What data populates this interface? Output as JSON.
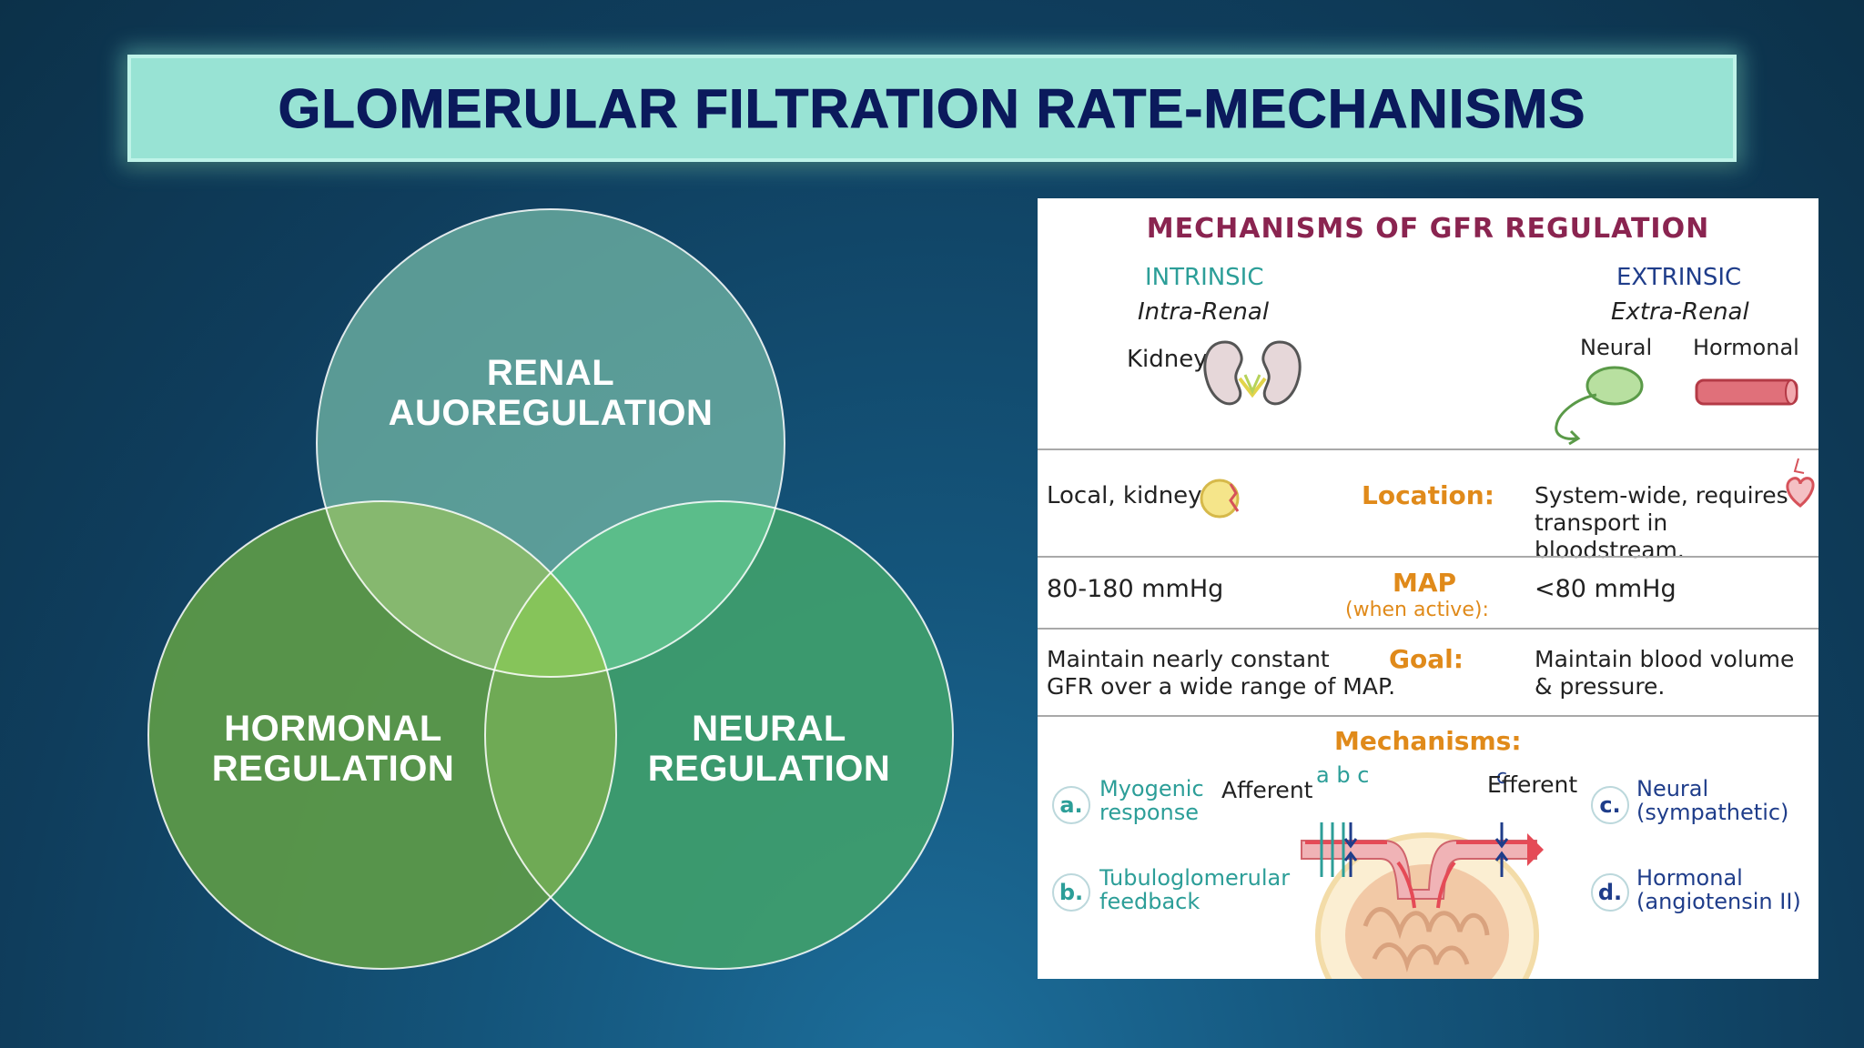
{
  "title": "GLOMERULAR FILTRATION RATE-MECHANISMS",
  "venn": {
    "circles": [
      {
        "id": "top",
        "label_line1": "RENAL",
        "label_line2": "AUOREGULATION",
        "color": "#6fb3a4"
      },
      {
        "id": "left",
        "label_line1": "HORMONAL",
        "label_line2": "REGULATION",
        "color": "#5d9a48"
      },
      {
        "id": "right",
        "label_line1": "NEURAL",
        "label_line2": "REGULATION",
        "color": "#3f9e6c"
      }
    ]
  },
  "panel": {
    "title": "MECHANISMS OF GFR REGULATION",
    "intrinsic": {
      "heading": "INTRINSIC",
      "sub": "Intra-Renal",
      "organ": "Kidney"
    },
    "extrinsic": {
      "heading": "EXTRINSIC",
      "sub": "Extra-Renal",
      "neural": "Neural",
      "hormonal": "Hormonal"
    },
    "rows": {
      "location": {
        "label": "Location:",
        "left": "Local, kidney",
        "right_line1": "System-wide, requires",
        "right_line2": "transport in bloodstream."
      },
      "map": {
        "label": "MAP",
        "sublabel": "(when active):",
        "left": "80-180 mmHg",
        "right": "<80 mmHg"
      },
      "goal": {
        "label": "Goal:",
        "left_line1": "Maintain nearly constant",
        "left_line2": "GFR over a wide range of MAP.",
        "right_line1": "Maintain blood volume",
        "right_line2": "& pressure."
      }
    },
    "mechanisms": {
      "label": "Mechanisms:",
      "items": [
        {
          "letter": "a.",
          "line1": "Myogenic",
          "line2": "response"
        },
        {
          "letter": "b.",
          "line1": "Tubuloglomerular",
          "line2": "feedback"
        },
        {
          "letter": "c.",
          "line1": "Neural",
          "line2": "(sympathetic)"
        },
        {
          "letter": "d.",
          "line1": "Hormonal",
          "line2": "(angiotensin II)"
        }
      ],
      "afferent": "Afferent",
      "efferent": "Efferent",
      "abc": "a b c",
      "c": "c"
    }
  },
  "colors": {
    "title_bg": "#98e3d4",
    "title_text": "#0b1a5c",
    "panel_title": "#8a2450",
    "teal": "#2c9e98",
    "navy": "#1f3d8a",
    "orange": "#e08a1a"
  }
}
